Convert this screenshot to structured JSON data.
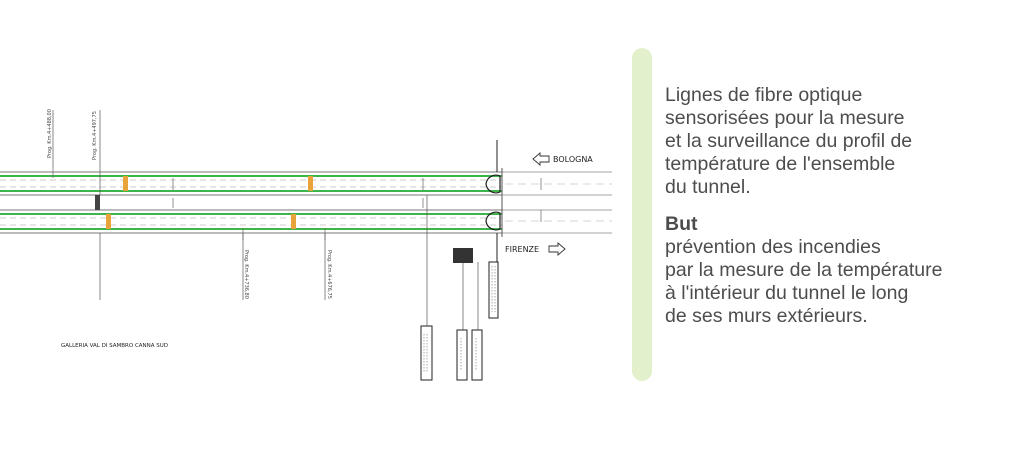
{
  "diagram": {
    "arrow_top": "BOLOGNA",
    "arrow_bottom": "FIRENZE",
    "gallery_name": "GALLERIA VAL DI SAMBRO CANNA SUD",
    "chainage_labels": [
      "Prog. Km.4+488,00",
      "Prog. Km.4+497,75",
      "Prog. Km.4+736,80",
      "Prog. Km.4+676,75"
    ],
    "colors": {
      "fiber": "#3db54a",
      "connector": "#e8a33a",
      "panel": "#333333"
    }
  },
  "description": {
    "lines": [
      "Lignes de fibre optique",
      "sensorisées pour la mesure",
      "et la surveillance du profil de",
      "température de l'ensemble",
      "du tunnel."
    ],
    "goal_heading": "But",
    "goal_lines": [
      "prévention des incendies",
      "par la mesure de la température",
      "à l'intérieur du tunnel le long",
      "de ses murs extérieurs."
    ]
  }
}
